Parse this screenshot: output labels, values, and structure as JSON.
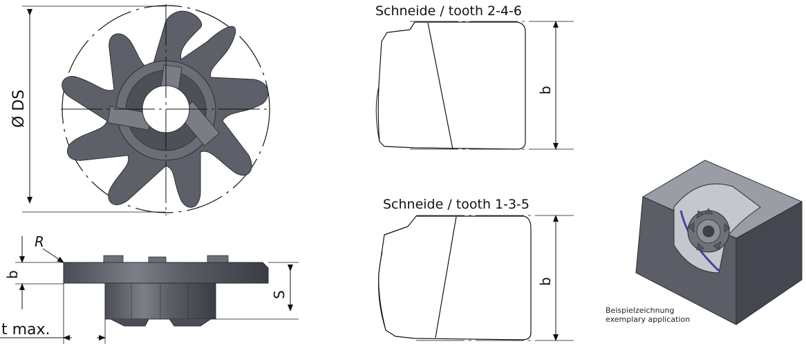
{
  "labels": {
    "diameter": "Ø DS",
    "radius": "R",
    "width_side": "b",
    "thickness": "S",
    "t_max": "t max.",
    "tooth_246_title": "Schneide / tooth 2-4-6",
    "tooth_135_title": "Schneide / tooth 1-3-5",
    "tooth_246_width": "b",
    "tooth_135_width": "b"
  },
  "caption": {
    "line1": "Beispielzeichnung",
    "line2": "exemplary application"
  },
  "colors": {
    "cutter_body": "#5d6068",
    "cutter_shade": "#3f4249",
    "cutter_light": "#8a8d94",
    "block": "#6b6e77",
    "block_dark": "#3c3f47",
    "accent_path": "#4b3fa8"
  }
}
